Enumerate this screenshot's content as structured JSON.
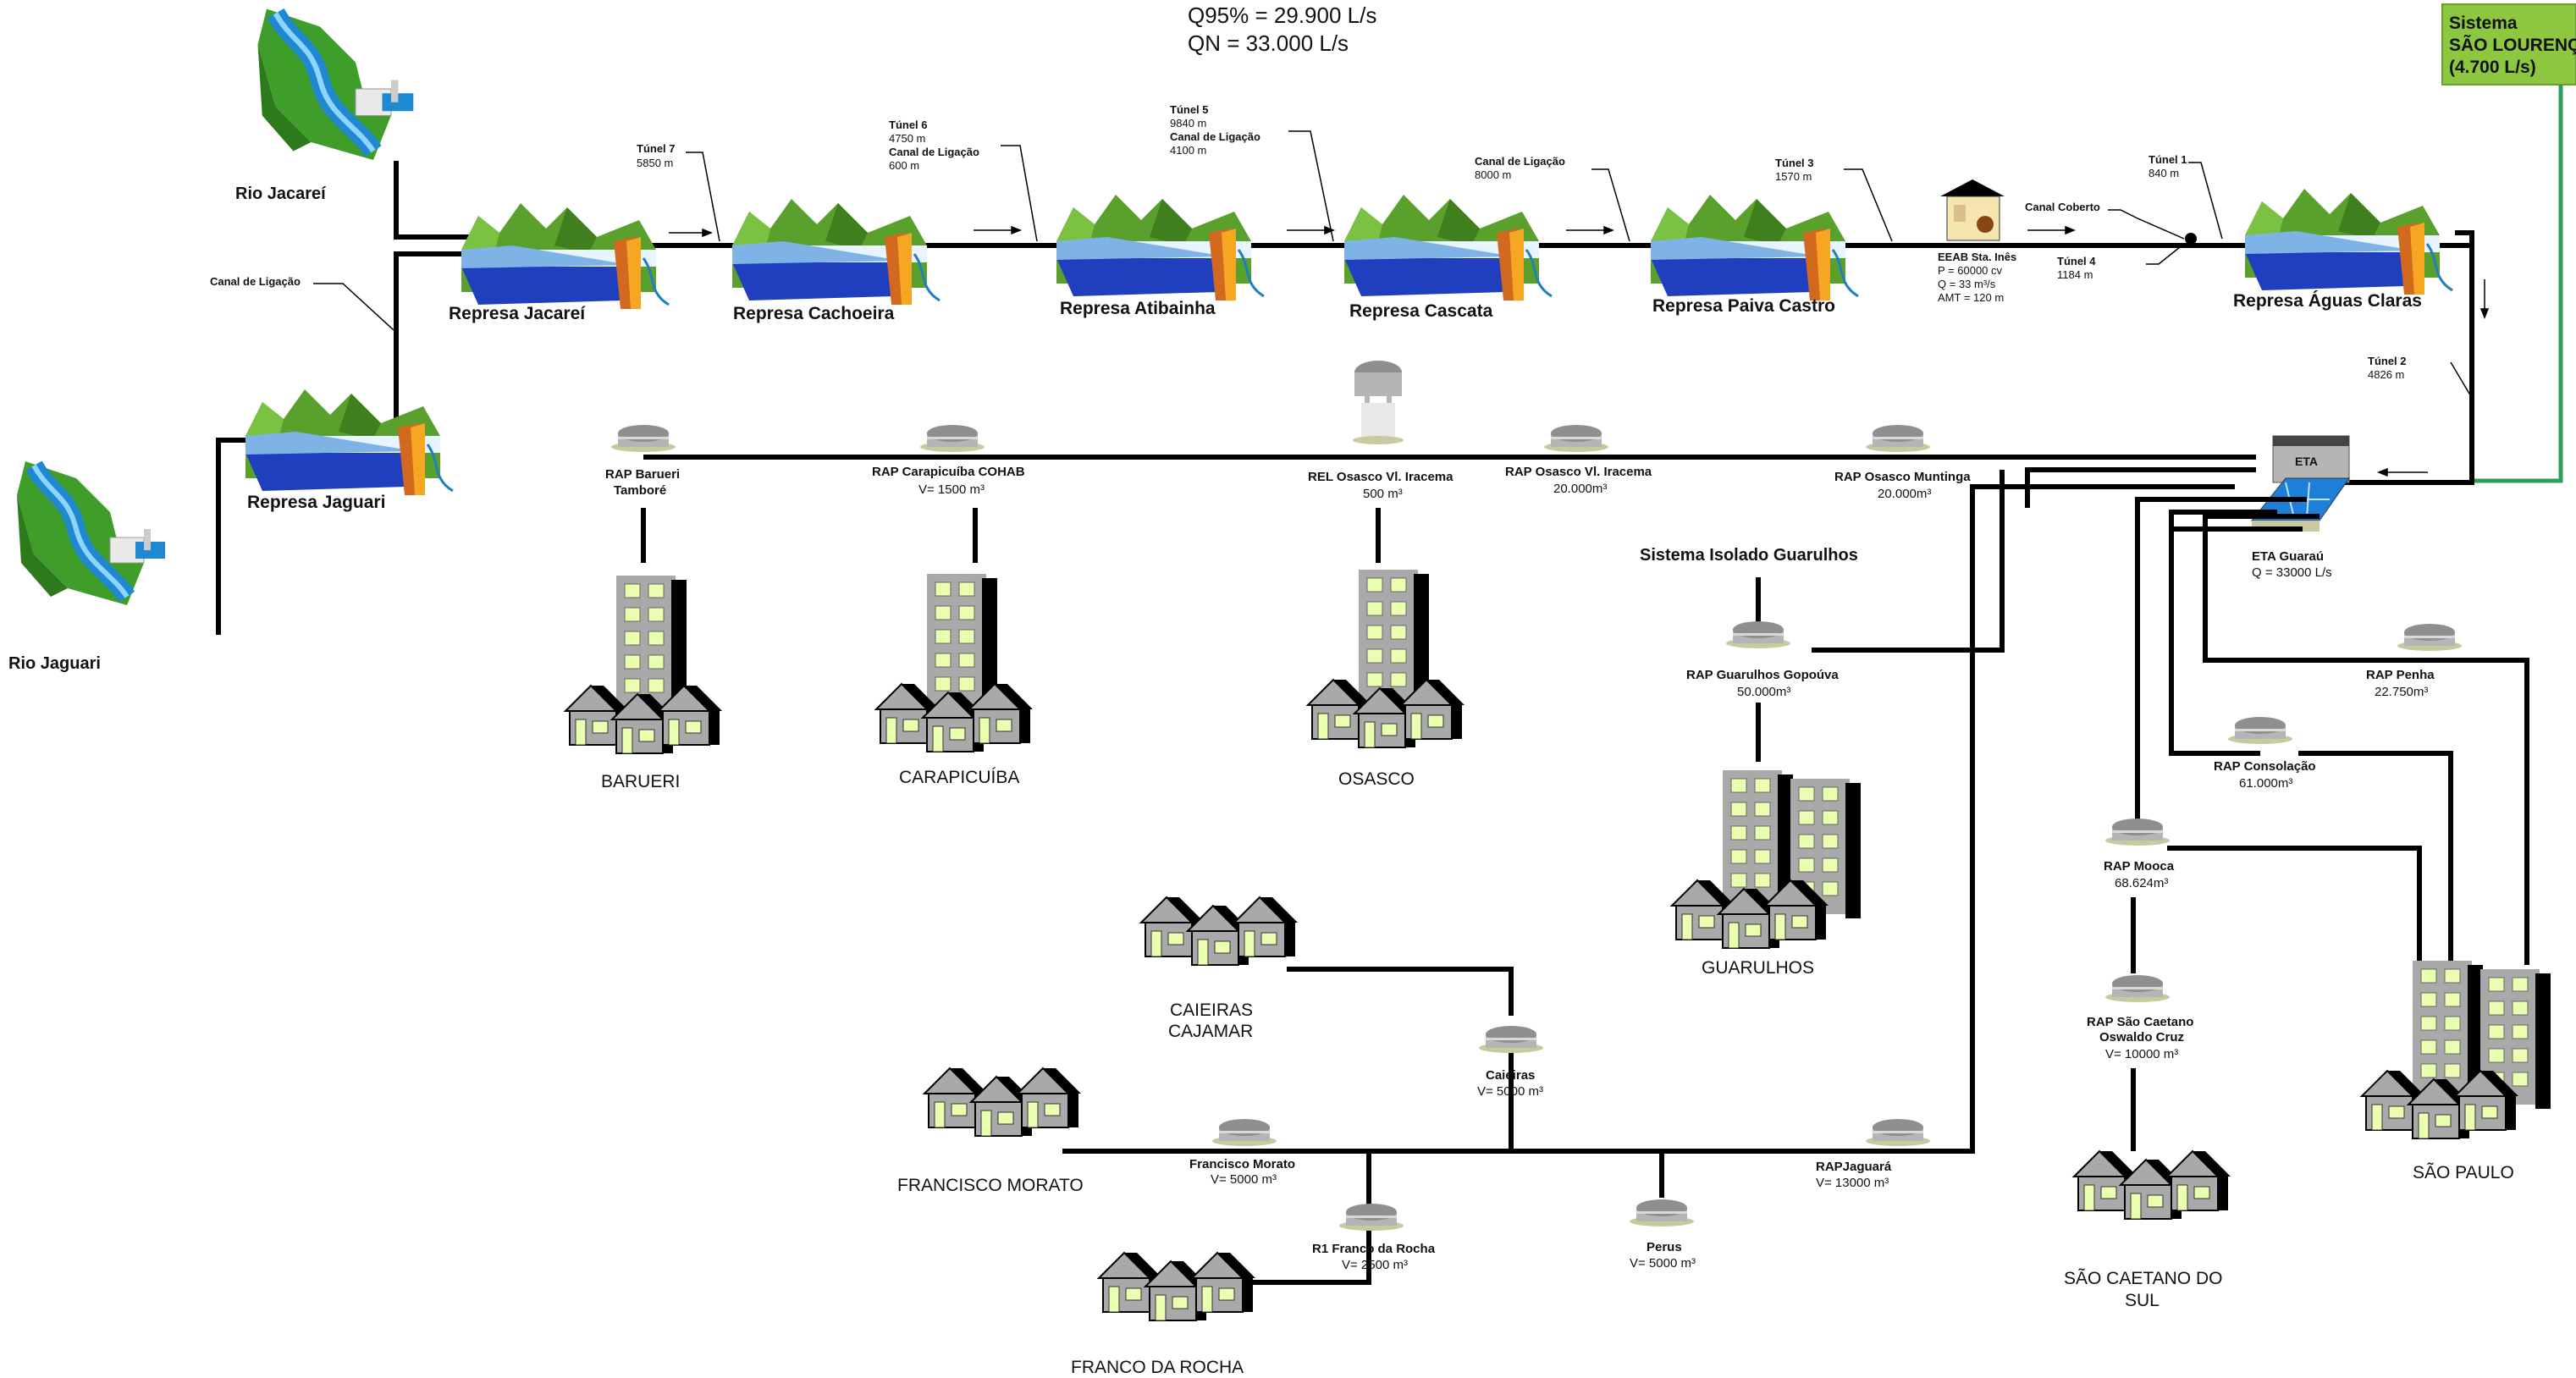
{
  "header": {
    "q95": "Q95% = 29.900 L/s",
    "qn": "QN = 33.000 L/s"
  },
  "sistema_box": {
    "line1": "Sistema",
    "line2": "SÃO LOURENÇO",
    "line3": "(4.700 L/s)"
  },
  "rivers": {
    "jacarei": "Rio Jacareí",
    "jaguari": "Rio Jaguari"
  },
  "reservoirs": {
    "jacarei": "Represa Jacareí",
    "cachoeira": "Represa Cachoeira",
    "atibainha": "Represa Atibainha",
    "cascata": "Represa Cascata",
    "paiva_castro": "Represa Paiva Castro",
    "aguas_claras": "Represa Águas Claras",
    "jaguari": "Represa Jaguari"
  },
  "canal_ligacao_left": "Canal de Ligação",
  "tunnels": {
    "t7": {
      "name": "Túnel 7",
      "len": "5850 m"
    },
    "t6": {
      "name": "Túnel 6",
      "len": "4750 m",
      "canal": "Canal de Ligação",
      "canal_len": "600 m"
    },
    "t5": {
      "name": "Túnel 5",
      "len": "9840 m",
      "canal": "Canal de Ligação",
      "canal_len": "4100 m"
    },
    "canal_cascata": {
      "name": "Canal de Ligação",
      "len": "8000 m"
    },
    "t3": {
      "name": "Túnel 3",
      "len": "1570 m"
    },
    "t1": {
      "name": "Túnel 1",
      "len": "840 m"
    },
    "t4": {
      "name": "Túnel 4",
      "len": "1184 m"
    },
    "t2": {
      "name": "Túnel 2",
      "len": "4826 m"
    },
    "canal_coberto": "Canal Coberto"
  },
  "eeab": {
    "name": "EEAB Sta. Inês",
    "p": "P = 60000 cv",
    "q": "Q = 33 m³/s",
    "amt": "AMT = 120 m"
  },
  "eta": {
    "tag": "ETA",
    "name": "ETA Guaraú",
    "q": "Q = 33000 L/s"
  },
  "tanks": {
    "barueri": {
      "name1": "RAP Barueri",
      "name2": "Tamboré"
    },
    "carapicuiba": {
      "name": "RAP Carapicuíba COHAB",
      "vol": "V= 1500 m³"
    },
    "rel_osasco": {
      "name": "REL Osasco Vl. Iracema",
      "vol": "500 m³"
    },
    "rap_osasco": {
      "name": "RAP Osasco Vl. Iracema",
      "vol": "20.000m³"
    },
    "muntinga": {
      "name": "RAP Osasco Muntinga",
      "vol": "20.000m³"
    },
    "guarulhos": {
      "name": "RAP Guarulhos Gopoúva",
      "vol": "50.000m³"
    },
    "penha": {
      "name": "RAP Penha",
      "vol": "22.750m³"
    },
    "consolacao": {
      "name": "RAP Consolação",
      "vol": "61.000m³"
    },
    "mooca": {
      "name": "RAP Mooca",
      "vol": "68.624m³"
    },
    "sao_caetano": {
      "name1": "RAP São Caetano",
      "name2": "Oswaldo Cruz",
      "vol": "V= 10000 m³"
    },
    "caieiras": {
      "name": "Caieiras",
      "vol": "V= 5000 m³"
    },
    "francisco_morato": {
      "name": "Francisco Morato",
      "vol": "V= 5000 m³"
    },
    "franco_rocha": {
      "name": "R1 Franco da Rocha",
      "vol": "V= 2500 m³"
    },
    "perus": {
      "name": "Perus",
      "vol": "V= 5000 m³"
    },
    "jaguara": {
      "name": "RAPJaguará",
      "vol": "V= 13000 m³"
    }
  },
  "sistema_isolado": "Sistema Isolado Guarulhos",
  "cities": {
    "barueri": "BARUERI",
    "carapicuiba": "CARAPICUÍBA",
    "osasco": "OSASCO",
    "guarulhos": "GUARULHOS",
    "sao_paulo": "SÃO PAULO",
    "caieiras1": "CAIEIRAS",
    "caieiras2": "CAJAMAR",
    "francisco_morato": "FRANCISCO MORATO",
    "franco_rocha": "FRANCO DA ROCHA",
    "sao_caetano1": "SÃO CAETANO DO",
    "sao_caetano2": "SUL"
  },
  "colors": {
    "green_box": "#8dc63f",
    "green_line": "#2e9e5b",
    "water": "#1f3fbf"
  }
}
